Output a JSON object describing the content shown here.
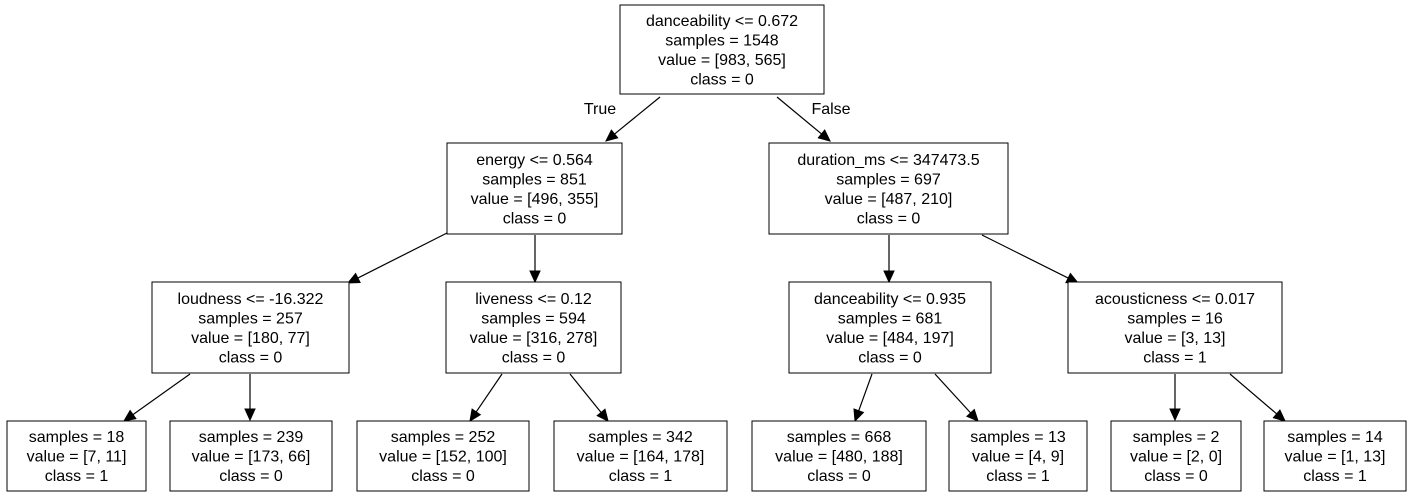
{
  "tree": {
    "nodes": [
      {
        "id": "n0",
        "lines": [
          "danceability <= 0.672",
          "samples = 1548",
          "value = [983, 565]",
          "class = 0"
        ]
      },
      {
        "id": "n1",
        "lines": [
          "energy <= 0.564",
          "samples = 851",
          "value = [496, 355]",
          "class = 0"
        ]
      },
      {
        "id": "n2",
        "lines": [
          "duration_ms <= 347473.5",
          "samples = 697",
          "value = [487, 210]",
          "class = 0"
        ]
      },
      {
        "id": "n3",
        "lines": [
          "loudness <= -16.322",
          "samples = 257",
          "value = [180, 77]",
          "class = 0"
        ]
      },
      {
        "id": "n4",
        "lines": [
          "liveness <= 0.12",
          "samples = 594",
          "value = [316, 278]",
          "class = 0"
        ]
      },
      {
        "id": "n5",
        "lines": [
          "danceability <= 0.935",
          "samples = 681",
          "value = [484, 197]",
          "class = 0"
        ]
      },
      {
        "id": "n6",
        "lines": [
          "acousticness <= 0.017",
          "samples = 16",
          "value = [3, 13]",
          "class = 1"
        ]
      },
      {
        "id": "n7",
        "lines": [
          "samples = 18",
          "value = [7, 11]",
          "class = 1"
        ]
      },
      {
        "id": "n8",
        "lines": [
          "samples = 239",
          "value = [173, 66]",
          "class = 0"
        ]
      },
      {
        "id": "n9",
        "lines": [
          "samples = 252",
          "value = [152, 100]",
          "class = 0"
        ]
      },
      {
        "id": "n10",
        "lines": [
          "samples = 342",
          "value = [164, 178]",
          "class = 1"
        ]
      },
      {
        "id": "n11",
        "lines": [
          "samples = 668",
          "value = [480, 188]",
          "class = 0"
        ]
      },
      {
        "id": "n12",
        "lines": [
          "samples = 13",
          "value = [4, 9]",
          "class = 1"
        ]
      },
      {
        "id": "n13",
        "lines": [
          "samples = 2",
          "value = [2, 0]",
          "class = 0"
        ]
      },
      {
        "id": "n14",
        "lines": [
          "samples = 14",
          "value = [1, 13]",
          "class = 1"
        ]
      }
    ],
    "edges": [
      {
        "from": "n0",
        "to": "n1",
        "label": "True"
      },
      {
        "from": "n0",
        "to": "n2",
        "label": "False"
      },
      {
        "from": "n1",
        "to": "n3",
        "label": ""
      },
      {
        "from": "n1",
        "to": "n4",
        "label": ""
      },
      {
        "from": "n2",
        "to": "n5",
        "label": ""
      },
      {
        "from": "n2",
        "to": "n6",
        "label": ""
      },
      {
        "from": "n3",
        "to": "n7",
        "label": ""
      },
      {
        "from": "n3",
        "to": "n8",
        "label": ""
      },
      {
        "from": "n4",
        "to": "n9",
        "label": ""
      },
      {
        "from": "n4",
        "to": "n10",
        "label": ""
      },
      {
        "from": "n5",
        "to": "n11",
        "label": ""
      },
      {
        "from": "n5",
        "to": "n12",
        "label": ""
      },
      {
        "from": "n6",
        "to": "n13",
        "label": ""
      },
      {
        "from": "n6",
        "to": "n14",
        "label": ""
      }
    ]
  }
}
